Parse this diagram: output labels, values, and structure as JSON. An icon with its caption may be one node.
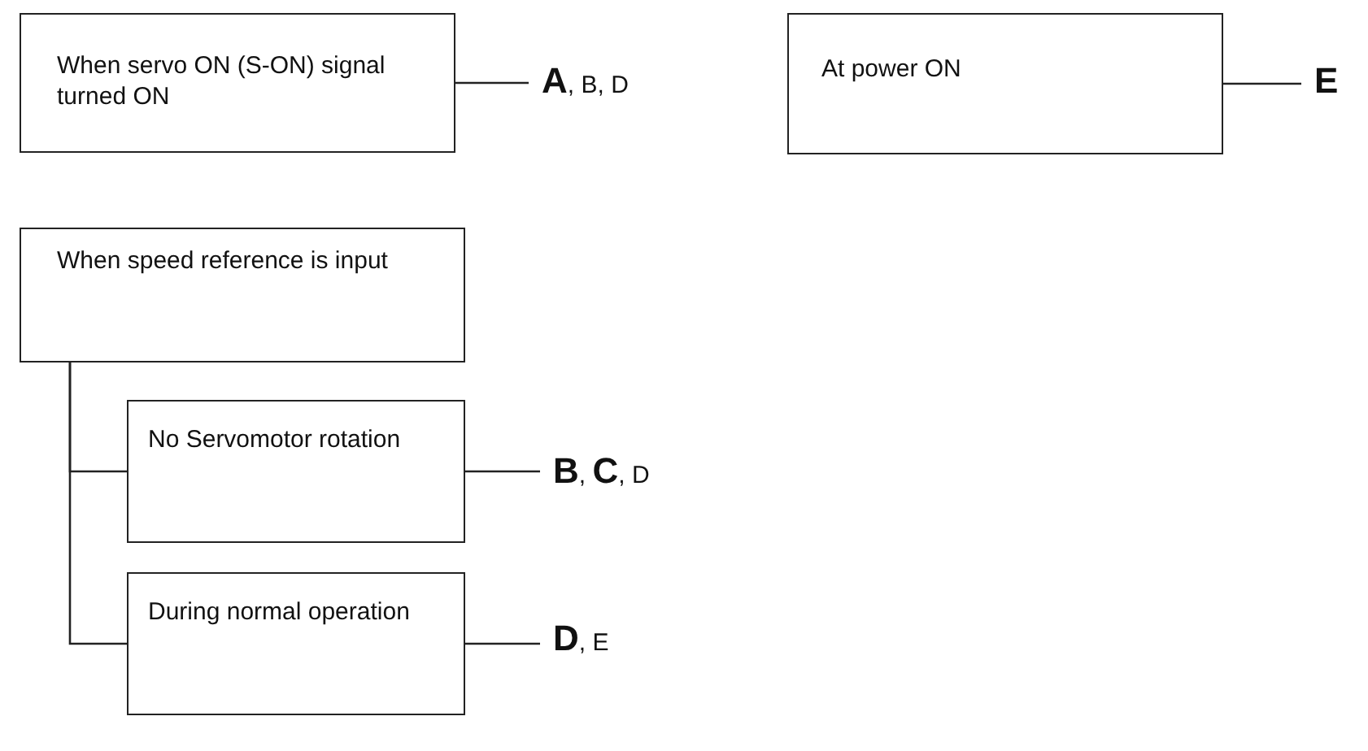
{
  "diagram": {
    "nodes": [
      {
        "text": [
          "When servo ON (S-ON) signal turned ON"
        ]
      },
      {
        "text": [
          "**A**, B, D"
        ]
      },
      {
        "text": [
          "At power ON"
        ]
      },
      {
        "text": [
          "**E**"
        ]
      },
      {
        "text": [
          "When speed reference is input"
        ]
      },
      {
        "text": [
          "No Servomotor rotation"
        ]
      },
      {
        "text": [
          "During normal operation"
        ]
      },
      {
        "text": [
          "**B**, **C**, D"
        ]
      },
      {
        "text": [
          "**D**, E"
        ]
      }
    ],
    "edges": [
      {
        "from": 0,
        "to": 1,
        "arrow": "none"
      },
      {
        "from": 2,
        "to": 3,
        "arrow": "none"
      },
      {
        "from": 4,
        "to": 5,
        "arrow": "none"
      },
      {
        "from": 4,
        "to": 6,
        "arrow": "none"
      },
      {
        "from": 5,
        "to": 7,
        "arrow": "none"
      },
      {
        "from": 6,
        "to": 8,
        "arrow": "none"
      }
    ]
  }
}
